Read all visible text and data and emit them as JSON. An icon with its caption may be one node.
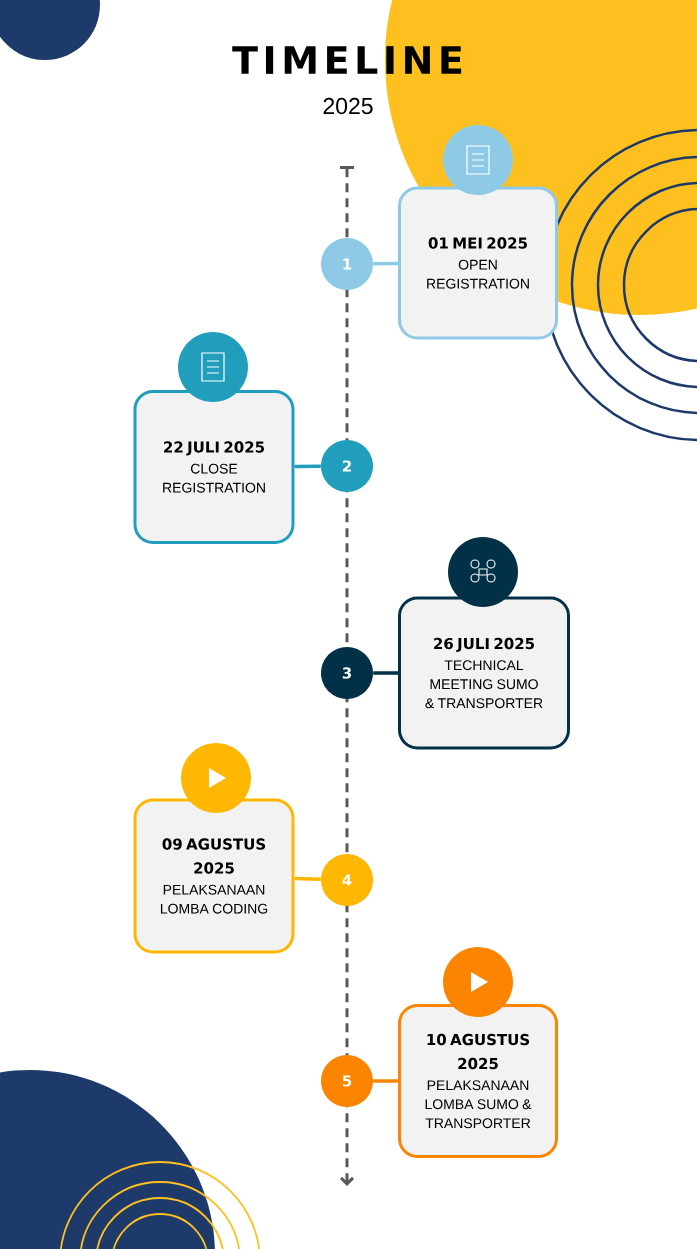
{
  "diagram": {
    "title": "TIMELINE",
    "nodes": [
      {
        "text": [],
        "shape": "circle"
      },
      {
        "text": [
          "01 MEI 2025",
          "OPEN REGISTRATION"
        ]
      },
      {
        "text": [
          "1"
        ]
      },
      {
        "text": [],
        "shape": "circle"
      },
      {
        "text": [
          "22 JULI 2025",
          "CLOSE REGISTRATION"
        ]
      },
      {
        "text": [
          "2"
        ]
      },
      {
        "text": [],
        "shape": "circle"
      },
      {
        "text": [
          "26 JULI 2025",
          "TECHNICAL MEETING SUMO & TRANSPORTER"
        ]
      },
      {
        "text": [
          "3"
        ]
      },
      {
        "text": [],
        "shape": "circle"
      },
      {
        "text": [
          "09 AGUSTUS 2025",
          "PELAKSANAAN LOMBA CODING"
        ]
      },
      {
        "text": [
          "4"
        ]
      },
      {
        "text": [],
        "shape": "circle"
      },
      {
        "text": [
          "10 AGUSTUS 2025",
          "PELAKSANAAN LOMBA SUMO & TRANSPORTER"
        ]
      },
      {
        "text": [
          "5"
        ]
      }
    ],
    "edges": [
      {
        "from": 2,
        "to": 1,
        "arrow": "none",
        "color": "#8ecae6"
      },
      {
        "from": 5,
        "to": 4,
        "arrow": "none",
        "color": "#219ebc"
      },
      {
        "from": 8,
        "to": 7,
        "arrow": "none",
        "color": "#023047"
      },
      {
        "from": 11,
        "to": 10,
        "arrow": "none",
        "color": "#ffb703"
      },
      {
        "from": 14,
        "to": 13,
        "arrow": "none",
        "color": "#fb8500"
      }
    ],
    "labels": [
      "2025"
    ]
  }
}
